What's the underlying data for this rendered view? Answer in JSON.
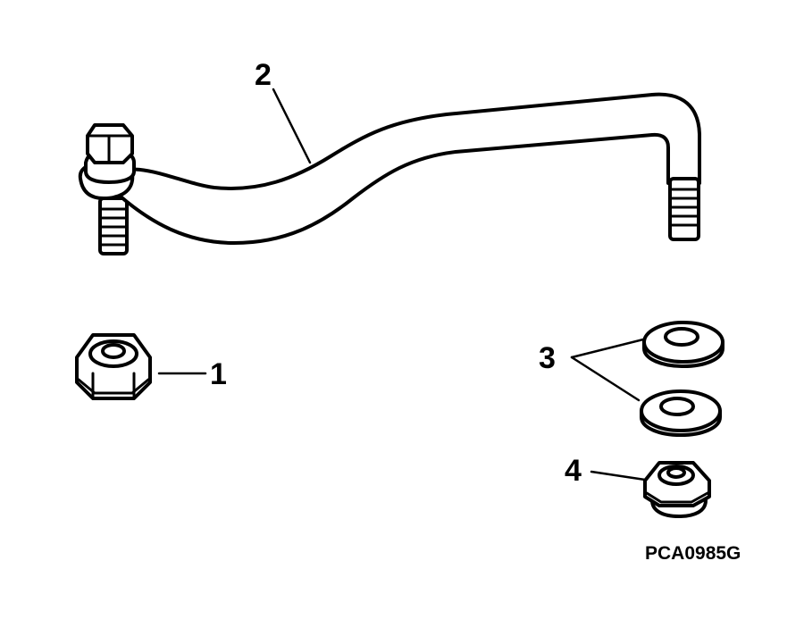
{
  "figure": {
    "code": "PCA0985G"
  },
  "callouts": [
    {
      "id": "1",
      "label": "1",
      "part": "hex-lock-nut"
    },
    {
      "id": "2",
      "label": "2",
      "part": "steering-link-rod"
    },
    {
      "id": "3",
      "label": "3",
      "part": "flat-washer"
    },
    {
      "id": "4",
      "label": "4",
      "part": "flanged-lock-nut"
    }
  ]
}
